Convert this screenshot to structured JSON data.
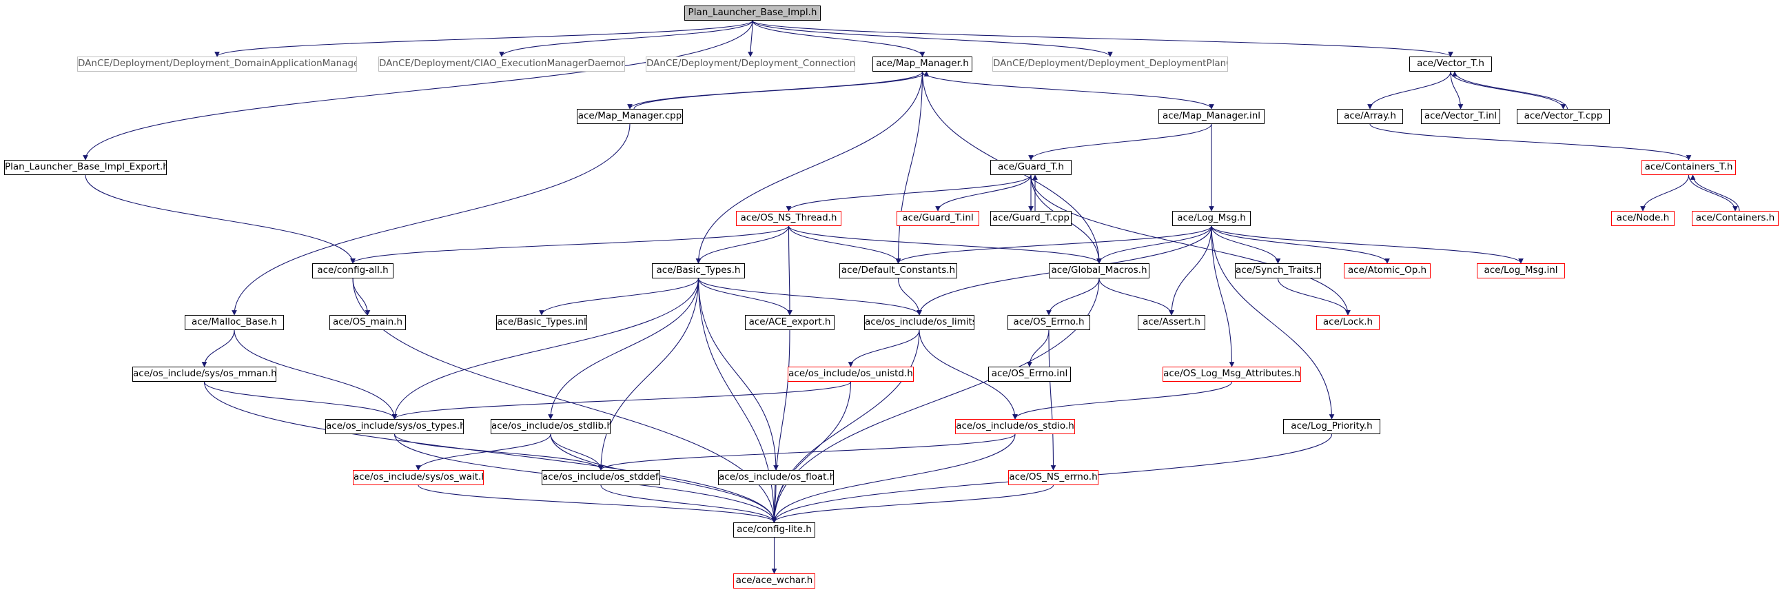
{
  "nodes": [
    {
      "id": "root",
      "label": "Plan_Launcher_Base_Impl.h",
      "style": "root"
    },
    {
      "id": "dam",
      "label": "DAnCE/Deployment/Deployment_DomainApplicationManagerC.h",
      "style": "gray"
    },
    {
      "id": "ciao",
      "label": "DAnCE/Deployment/CIAO_ExecutionManagerDaemonC.h",
      "style": "gray"
    },
    {
      "id": "conn",
      "label": "DAnCE/Deployment/Deployment_ConnectionC.h",
      "style": "gray"
    },
    {
      "id": "mapmgr",
      "label": "ace/Map_Manager.h",
      "style": "normal"
    },
    {
      "id": "plan",
      "label": "DAnCE/Deployment/Deployment_DeploymentPlanC.h",
      "style": "gray"
    },
    {
      "id": "vector",
      "label": "ace/Vector_T.h",
      "style": "normal"
    },
    {
      "id": "mapcpp",
      "label": "ace/Map_Manager.cpp",
      "style": "normal"
    },
    {
      "id": "mapinl",
      "label": "ace/Map_Manager.inl",
      "style": "normal"
    },
    {
      "id": "array",
      "label": "ace/Array.h",
      "style": "normal"
    },
    {
      "id": "vecinl",
      "label": "ace/Vector_T.inl",
      "style": "normal"
    },
    {
      "id": "veccpp",
      "label": "ace/Vector_T.cpp",
      "style": "normal"
    },
    {
      "id": "export",
      "label": "Plan_Launcher_Base_Impl_Export.h",
      "style": "normal"
    },
    {
      "id": "guard",
      "label": "ace/Guard_T.h",
      "style": "normal"
    },
    {
      "id": "contT",
      "label": "ace/Containers_T.h",
      "style": "red"
    },
    {
      "id": "osns",
      "label": "ace/OS_NS_Thread.h",
      "style": "red"
    },
    {
      "id": "guardinl",
      "label": "ace/Guard_T.inl",
      "style": "red"
    },
    {
      "id": "guardcpp",
      "label": "ace/Guard_T.cpp",
      "style": "normal"
    },
    {
      "id": "logmsg",
      "label": "ace/Log_Msg.h",
      "style": "normal"
    },
    {
      "id": "node",
      "label": "ace/Node.h",
      "style": "red"
    },
    {
      "id": "containers",
      "label": "ace/Containers.h",
      "style": "red"
    },
    {
      "id": "configall",
      "label": "ace/config-all.h",
      "style": "normal"
    },
    {
      "id": "basic",
      "label": "ace/Basic_Types.h",
      "style": "normal"
    },
    {
      "id": "defconst",
      "label": "ace/Default_Constants.h",
      "style": "normal"
    },
    {
      "id": "globalmac",
      "label": "ace/Global_Macros.h",
      "style": "normal"
    },
    {
      "id": "synch",
      "label": "ace/Synch_Traits.h",
      "style": "normal"
    },
    {
      "id": "atomic",
      "label": "ace/Atomic_Op.h",
      "style": "red"
    },
    {
      "id": "logmsginl",
      "label": "ace/Log_Msg.inl",
      "style": "red"
    },
    {
      "id": "malloc",
      "label": "ace/Malloc_Base.h",
      "style": "normal"
    },
    {
      "id": "osmain",
      "label": "ace/OS_main.h",
      "style": "normal"
    },
    {
      "id": "basicinl",
      "label": "ace/Basic_Types.inl",
      "style": "normal"
    },
    {
      "id": "aceexport",
      "label": "ace/ACE_export.h",
      "style": "normal"
    },
    {
      "id": "oslimits",
      "label": "ace/os_include/os_limits.h",
      "style": "normal"
    },
    {
      "id": "oserrno",
      "label": "ace/OS_Errno.h",
      "style": "normal"
    },
    {
      "id": "assert",
      "label": "ace/Assert.h",
      "style": "normal"
    },
    {
      "id": "lock",
      "label": "ace/Lock.h",
      "style": "red"
    },
    {
      "id": "osmman",
      "label": "ace/os_include/sys/os_mman.h",
      "style": "normal"
    },
    {
      "id": "osunistd",
      "label": "ace/os_include/os_unistd.h",
      "style": "red"
    },
    {
      "id": "oserrnoinl",
      "label": "ace/OS_Errno.inl",
      "style": "normal"
    },
    {
      "id": "logattr",
      "label": "ace/OS_Log_Msg_Attributes.h",
      "style": "red"
    },
    {
      "id": "ostypes",
      "label": "ace/os_include/sys/os_types.h",
      "style": "normal"
    },
    {
      "id": "osstdlib",
      "label": "ace/os_include/os_stdlib.h",
      "style": "normal"
    },
    {
      "id": "osstdio",
      "label": "ace/os_include/os_stdio.h",
      "style": "red"
    },
    {
      "id": "logprio",
      "label": "ace/Log_Priority.h",
      "style": "normal"
    },
    {
      "id": "oswait",
      "label": "ace/os_include/sys/os_wait.h",
      "style": "red"
    },
    {
      "id": "osstddef",
      "label": "ace/os_include/os_stddef.h",
      "style": "normal"
    },
    {
      "id": "osfloat",
      "label": "ace/os_include/os_float.h",
      "style": "normal"
    },
    {
      "id": "osnserrno",
      "label": "ace/OS_NS_errno.h",
      "style": "red"
    },
    {
      "id": "configlite",
      "label": "ace/config-lite.h",
      "style": "normal"
    },
    {
      "id": "wchar",
      "label": "ace/ace_wchar.h",
      "style": "red"
    }
  ],
  "edges": [
    [
      "root",
      "dam"
    ],
    [
      "root",
      "ciao"
    ],
    [
      "root",
      "conn"
    ],
    [
      "root",
      "mapmgr"
    ],
    [
      "root",
      "plan"
    ],
    [
      "root",
      "vector"
    ],
    [
      "root",
      "export"
    ],
    [
      "mapmgr",
      "mapcpp"
    ],
    [
      "mapcpp",
      "mapmgr"
    ],
    [
      "mapmgr",
      "mapinl"
    ],
    [
      "mapmgr",
      "basic"
    ],
    [
      "mapmgr",
      "defconst"
    ],
    [
      "mapmgr",
      "globalmac"
    ],
    [
      "vector",
      "array"
    ],
    [
      "vector",
      "vecinl"
    ],
    [
      "vector",
      "veccpp"
    ],
    [
      "veccpp",
      "vector"
    ],
    [
      "array",
      "contT"
    ],
    [
      "contT",
      "node"
    ],
    [
      "contT",
      "containers"
    ],
    [
      "containers",
      "contT"
    ],
    [
      "mapinl",
      "guard"
    ],
    [
      "mapinl",
      "logmsg"
    ],
    [
      "guard",
      "osns"
    ],
    [
      "guard",
      "guardinl"
    ],
    [
      "guard",
      "guardcpp"
    ],
    [
      "guardcpp",
      "guard"
    ],
    [
      "guard",
      "globalmac"
    ],
    [
      "guard",
      "lock"
    ],
    [
      "export",
      "configall"
    ],
    [
      "mapcpp",
      "malloc"
    ],
    [
      "osns",
      "configall"
    ],
    [
      "osns",
      "basic"
    ],
    [
      "osns",
      "defconst"
    ],
    [
      "osns",
      "globalmac"
    ],
    [
      "osns",
      "aceexport"
    ],
    [
      "logmsg",
      "defconst"
    ],
    [
      "logmsg",
      "globalmac"
    ],
    [
      "logmsg",
      "synch"
    ],
    [
      "logmsg",
      "atomic"
    ],
    [
      "logmsg",
      "logmsginl"
    ],
    [
      "logmsg",
      "assert"
    ],
    [
      "logmsg",
      "logattr"
    ],
    [
      "logmsg",
      "logprio"
    ],
    [
      "logmsg",
      "oslimits"
    ],
    [
      "configall",
      "osmain"
    ],
    [
      "configall",
      "configlite"
    ],
    [
      "basic",
      "basicinl"
    ],
    [
      "basic",
      "aceexport"
    ],
    [
      "basic",
      "oslimits"
    ],
    [
      "basic",
      "ostypes"
    ],
    [
      "basic",
      "osstdlib"
    ],
    [
      "basic",
      "osstddef"
    ],
    [
      "basic",
      "osfloat"
    ],
    [
      "basic",
      "configlite"
    ],
    [
      "defconst",
      "oslimits"
    ],
    [
      "globalmac",
      "oserrno"
    ],
    [
      "globalmac",
      "assert"
    ],
    [
      "globalmac",
      "configlite"
    ],
    [
      "synch",
      "lock"
    ],
    [
      "malloc",
      "osmman"
    ],
    [
      "malloc",
      "ostypes"
    ],
    [
      "aceexport",
      "configlite"
    ],
    [
      "oslimits",
      "osunistd"
    ],
    [
      "oslimits",
      "osstdio"
    ],
    [
      "oslimits",
      "configlite"
    ],
    [
      "oserrno",
      "oserrnoinl"
    ],
    [
      "oserrno",
      "osnserrno"
    ],
    [
      "osmman",
      "ostypes"
    ],
    [
      "osmman",
      "configlite"
    ],
    [
      "osunistd",
      "ostypes"
    ],
    [
      "osunistd",
      "configlite"
    ],
    [
      "logattr",
      "osstdio"
    ],
    [
      "ostypes",
      "osstddef"
    ],
    [
      "ostypes",
      "configlite"
    ],
    [
      "osstdlib",
      "oswait"
    ],
    [
      "osstdlib",
      "osstddef"
    ],
    [
      "osstdlib",
      "configlite"
    ],
    [
      "osstdio",
      "osstddef"
    ],
    [
      "osstdio",
      "configlite"
    ],
    [
      "logprio",
      "configlite"
    ],
    [
      "oswait",
      "configlite"
    ],
    [
      "osstddef",
      "configlite"
    ],
    [
      "osfloat",
      "configlite"
    ],
    [
      "osnserrno",
      "configlite"
    ],
    [
      "configlite",
      "wchar"
    ]
  ],
  "colors": {
    "edge": "#191970",
    "node_border": "#000000",
    "node_border_missing": "#ff0000",
    "node_border_external": "#bfbfbf",
    "root_fill": "#bfbfbf"
  }
}
